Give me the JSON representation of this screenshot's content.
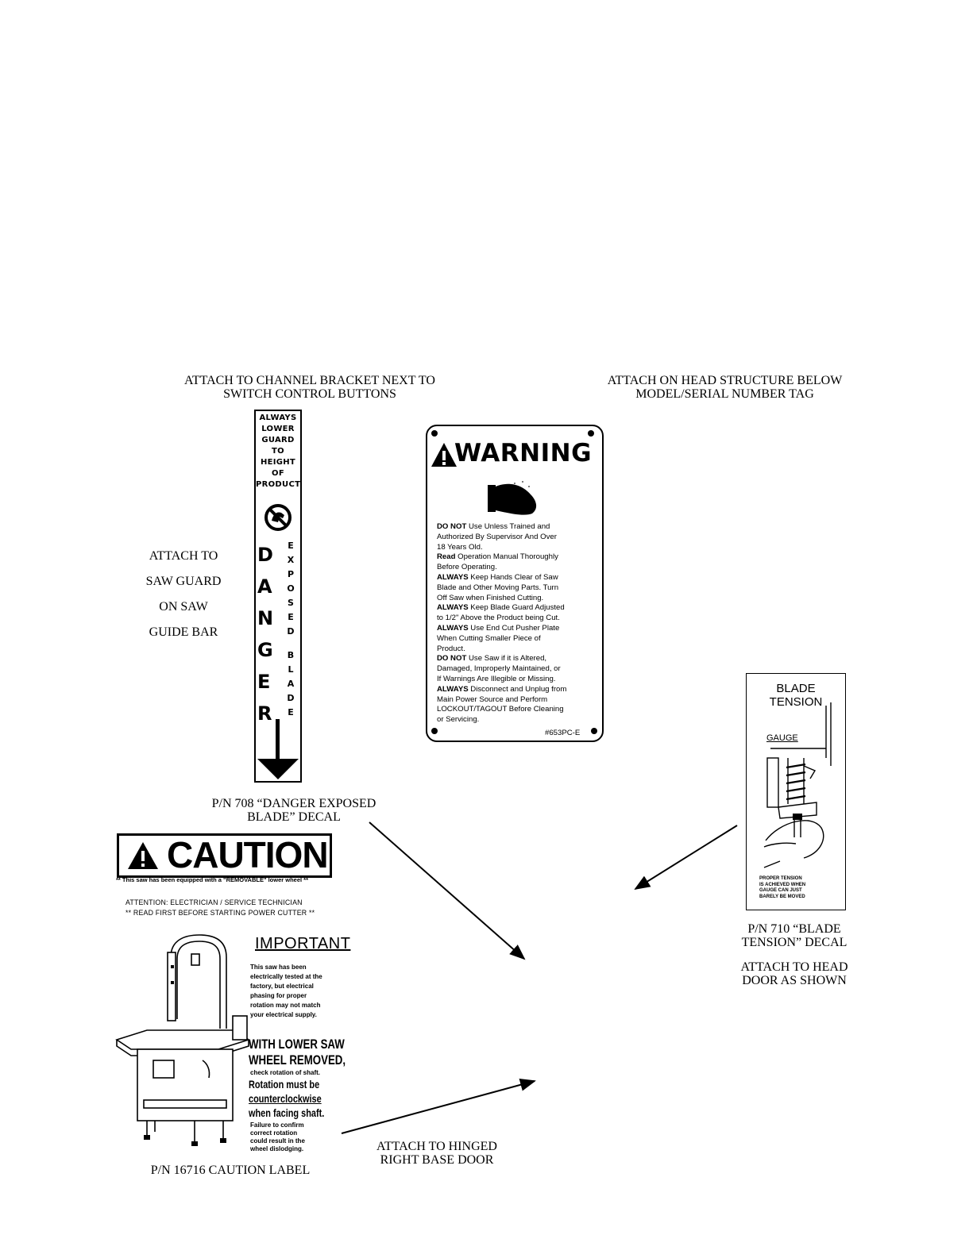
{
  "top_left_caption": [
    "ATTACH TO CHANNEL BRACKET NEXT TO",
    "SWITCH CONTROL BUTTONS"
  ],
  "top_right_caption": [
    "ATTACH ON HEAD STRUCTURE BELOW",
    "MODEL/SERIAL NUMBER TAG"
  ],
  "left_attach": [
    "ATTACH TO",
    "SAW GUARD",
    "ON SAW",
    "GUIDE BAR"
  ],
  "danger_decal": {
    "top_text": [
      "ALWAYS",
      "LOWER",
      "GUARD",
      "TO",
      "HEIGHT",
      "OF",
      "PRODUCT"
    ],
    "big_letters": [
      "D",
      "A",
      "N",
      "G",
      "E",
      "R"
    ],
    "small_letters": [
      "E",
      "X",
      "P",
      "O",
      "S",
      "E",
      "D",
      "B",
      "L",
      "A",
      "D",
      "E"
    ],
    "icon": "no-hands-icon",
    "caption": [
      "P/N 708 “DANGER EXPOSED",
      "BLADE” DECAL"
    ]
  },
  "warning_decal": {
    "title": "WARNING",
    "icon": "hand-icon",
    "lines": [
      {
        "bold": "DO NOT",
        "text": " Use Unless Trained and"
      },
      {
        "bold": "",
        "text": "Authorized By Supervisor And Over"
      },
      {
        "bold": "",
        "text": "18 Years Old."
      },
      {
        "bold": "Read",
        "text": " Operation Manual Thoroughly"
      },
      {
        "bold": "",
        "text": "Before Operating."
      },
      {
        "bold": "ALWAYS",
        "text": " Keep Hands Clear of Saw"
      },
      {
        "bold": "",
        "text": "Blade and Other Moving Parts. Turn"
      },
      {
        "bold": "",
        "text": "Off Saw when Finished Cutting."
      },
      {
        "bold": "ALWAYS",
        "text": " Keep Blade Guard Adjusted"
      },
      {
        "bold": "",
        "text": "to 1/2\" Above the Product being Cut."
      },
      {
        "bold": "ALWAYS",
        "text": " Use End Cut Pusher Plate"
      },
      {
        "bold": "",
        "text": "When Cutting Smaller Piece of"
      },
      {
        "bold": "",
        "text": "Product."
      },
      {
        "bold": "DO NOT",
        "text": " Use Saw if it is Altered,"
      },
      {
        "bold": "",
        "text": "Damaged, Improperly Maintained, or"
      },
      {
        "bold": "",
        "text": "If Warnings Are Illegible or Missing."
      },
      {
        "bold": "ALWAYS",
        "text": " Disconnect and Unplug from"
      },
      {
        "bold": "",
        "text": "Main Power Source and Perform"
      },
      {
        "bold": "",
        "text": "LOCKOUT/TAGOUT Before Cleaning"
      },
      {
        "bold": "",
        "text": "or Servicing."
      }
    ],
    "part_number": "#653PC-E"
  },
  "caution_label": {
    "title": "CAUTION",
    "subtitle": "** This saw has been equipped with a \"REMOVABLE\" lower wheel **",
    "attention_1": "ATTENTION:  ELECTRICIAN / SERVICE  TECHNICIAN",
    "attention_2": "** READ FIRST BEFORE STARTING POWER CUTTER **",
    "important_title": "IMPORTANT",
    "important_lines": [
      "This saw has been",
      "electrically tested at the",
      "factory, but electrical",
      "phasing for proper",
      "rotation may not match",
      "your electrical supply."
    ],
    "bold_1": "WITH LOWER SAW",
    "bold_2": "WHEEL REMOVED,",
    "check_rotation": "check rotation of shaft.",
    "rot_1": "Rotation must be",
    "rot_2": "counterclockwise",
    "rot_3": "when facing shaft.",
    "failure_lines": [
      "Failure to confirm",
      "correct rotation",
      "could result in the",
      "wheel dislodging."
    ],
    "caption": "P/N 16716 CAUTION LABEL"
  },
  "blade_tension_decal": {
    "title_1": "BLADE",
    "title_2": "TENSION",
    "gauge": "GAUGE",
    "note_lines": [
      "PROPER TENSION",
      "IS ACHIEVED WHEN",
      "GAUGE CAN JUST",
      "BARELY BE MOVED"
    ],
    "caption": [
      "P/N 710 “BLADE",
      "TENSION” DECAL"
    ],
    "attach": [
      "ATTACH TO HEAD",
      "DOOR AS SHOWN"
    ]
  },
  "base_door_caption": [
    "ATTACH TO HINGED",
    "RIGHT BASE DOOR"
  ]
}
